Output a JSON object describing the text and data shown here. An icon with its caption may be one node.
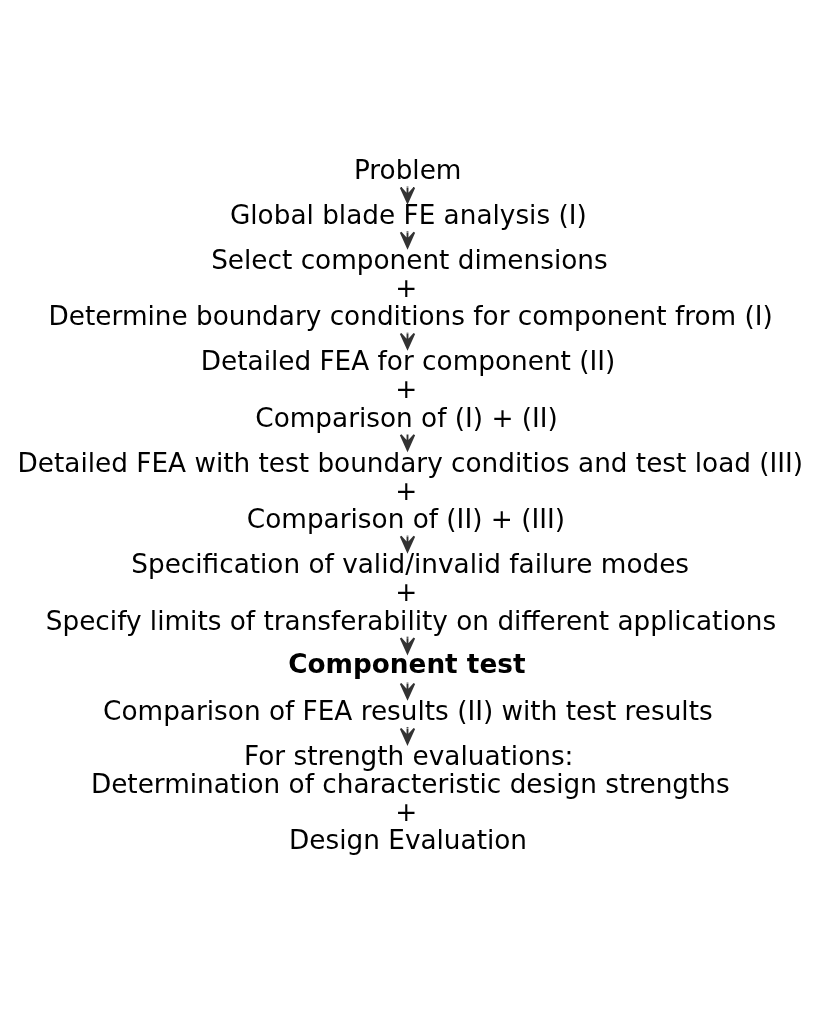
{
  "diagram": {
    "nodes": [
      {
        "text": [
          "Problem"
        ]
      },
      {
        "text": [
          "Global blade FE analysis (I)"
        ]
      },
      {
        "text": [
          "Select component dimensions",
          "+",
          "Determine boundary conditions for component from (I)"
        ]
      },
      {
        "text": [
          "Detailed FEA for component (II)",
          "+",
          "Comparison of (I) + (II)"
        ]
      },
      {
        "text": [
          "Detailed FEA with test boundary conditios and test load (III)",
          "+",
          "Comparison of (II) + (III)"
        ]
      },
      {
        "text": [
          "Specification of valid/invalid failure modes",
          "+",
          "Specify limits of transferability on different applications"
        ]
      },
      {
        "text": [
          "Component test"
        ]
      },
      {
        "text": [
          "Comparison of FEA results (II) with test results"
        ]
      },
      {
        "text": [
          "For strength evaluations:",
          "Determination of characteristic design strengths",
          "+",
          "Design Evaluation"
        ]
      }
    ],
    "edges": [
      {
        "from": 0,
        "to": 1,
        "arrow": "to"
      },
      {
        "from": 1,
        "to": 2,
        "arrow": "to"
      },
      {
        "from": 2,
        "to": 3,
        "arrow": "to"
      },
      {
        "from": 3,
        "to": 4,
        "arrow": "to"
      },
      {
        "from": 4,
        "to": 5,
        "arrow": "to"
      },
      {
        "from": 5,
        "to": 6,
        "arrow": "to"
      },
      {
        "from": 6,
        "to": 7,
        "arrow": "to"
      },
      {
        "from": 7,
        "to": 8,
        "arrow": "to"
      }
    ]
  }
}
